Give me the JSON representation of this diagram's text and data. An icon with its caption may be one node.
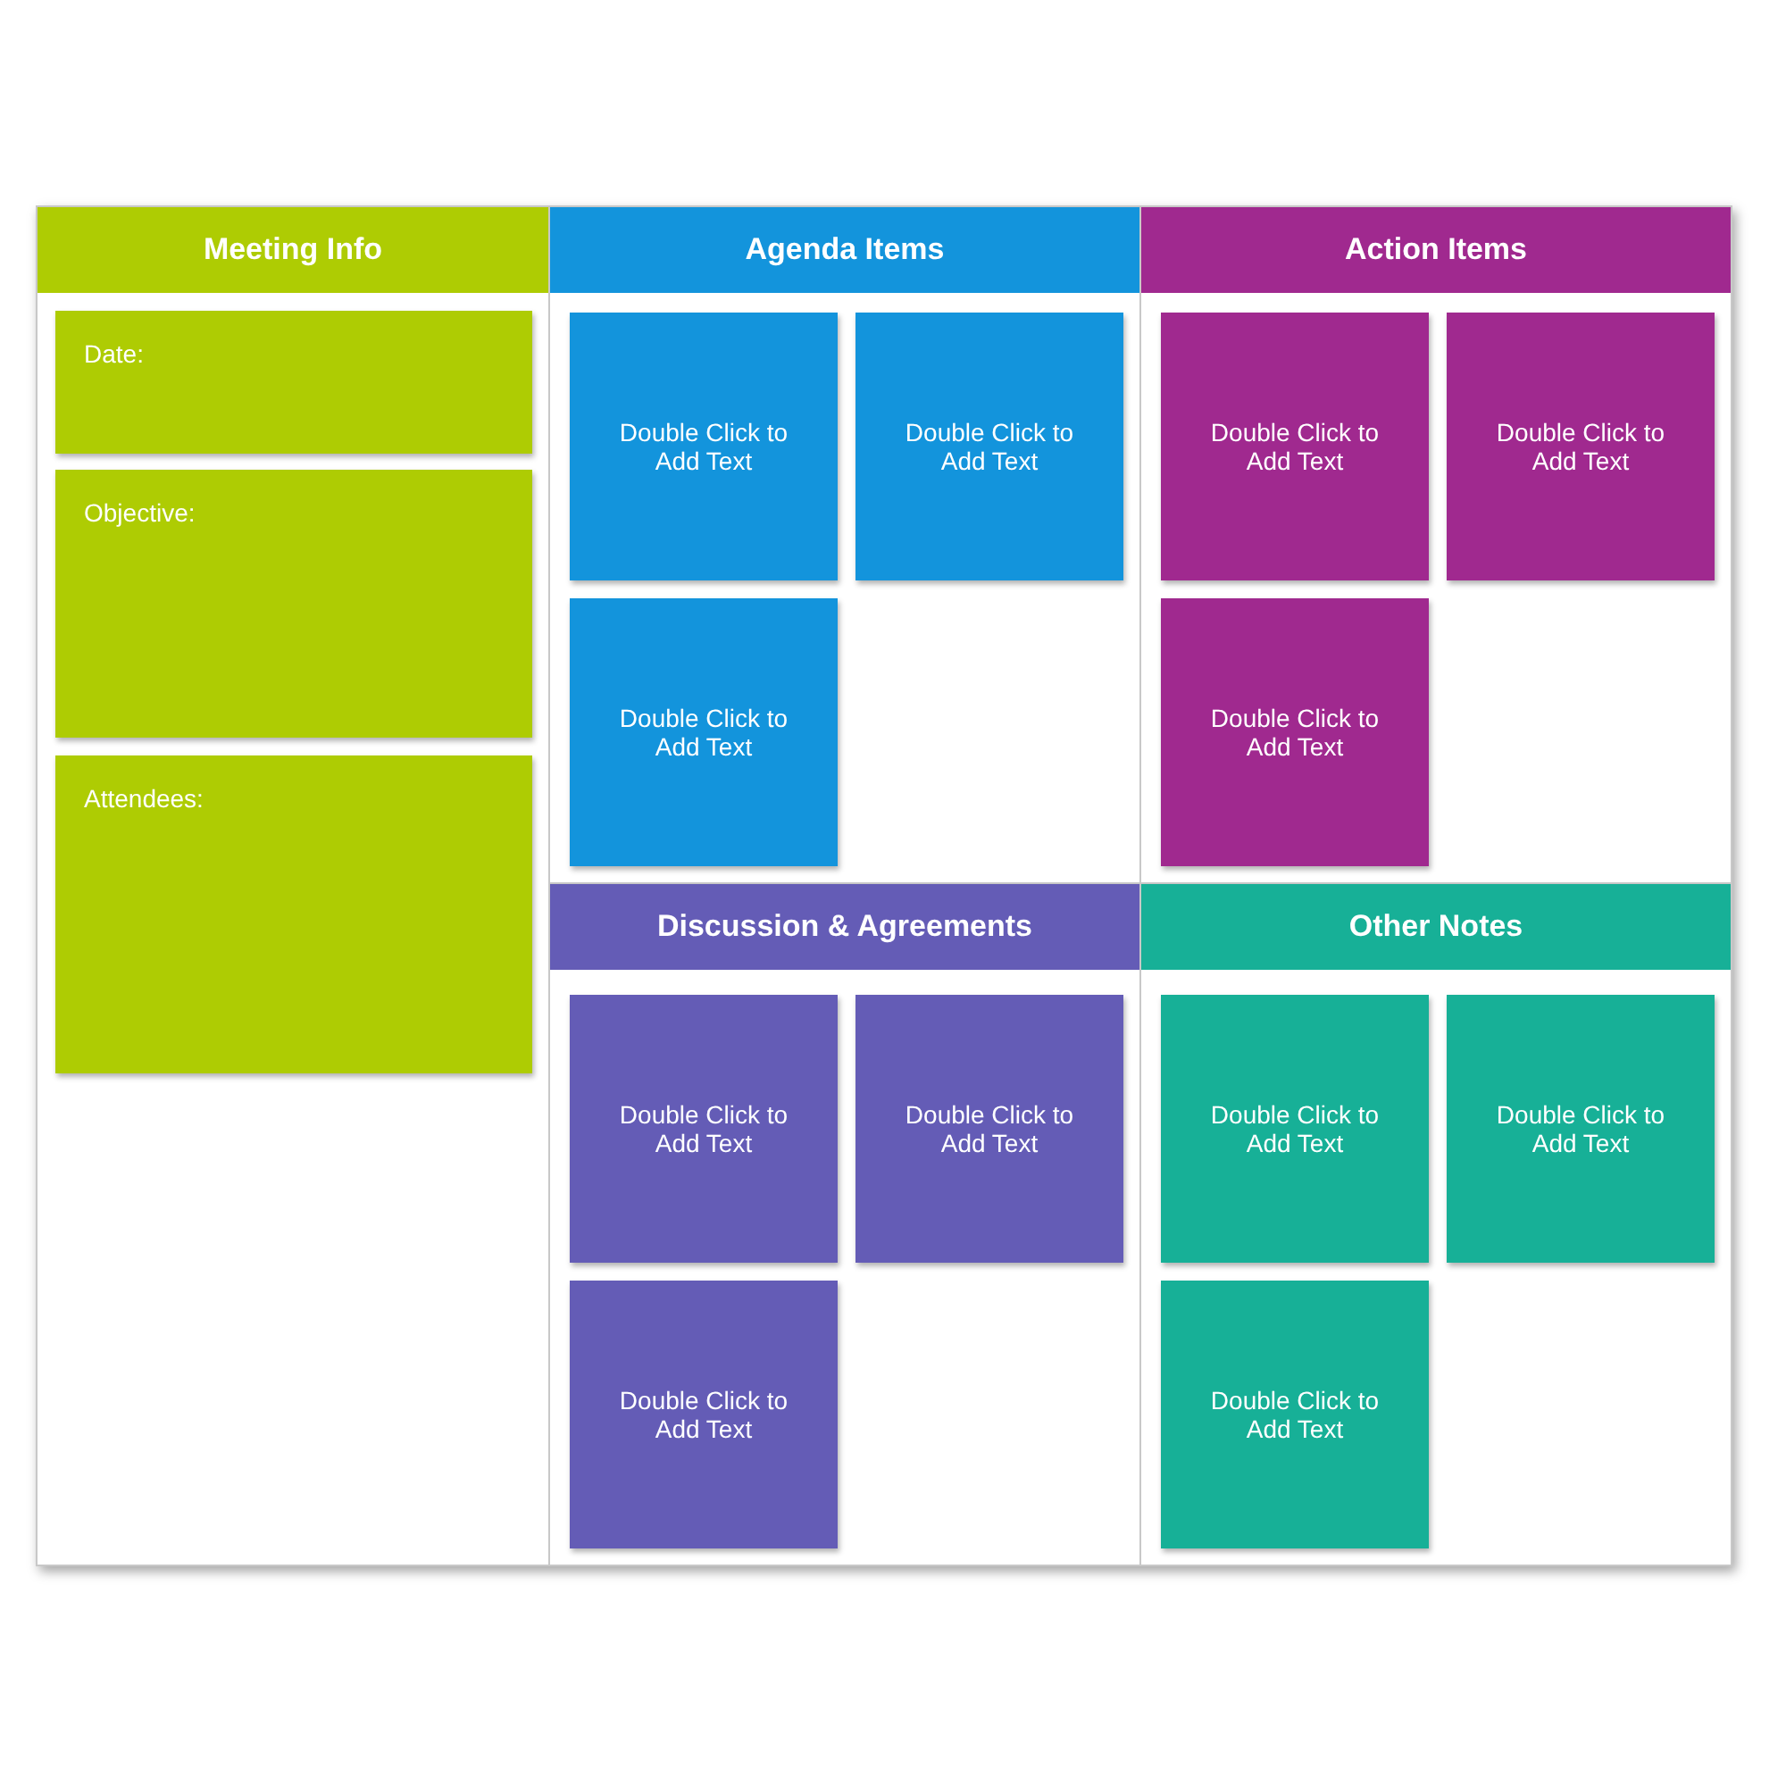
{
  "diagram": {
    "nodes": [
      {
        "text": [
          "Meeting Info"
        ]
      },
      {
        "text": [
          "Date:"
        ],
        "in": 0
      },
      {
        "text": [
          "Objective:"
        ],
        "in": 0
      },
      {
        "text": [
          "Attendees:"
        ],
        "in": 0
      },
      {
        "text": [
          "Agenda Items"
        ]
      },
      {
        "text": [
          "Double Click to Add Text"
        ],
        "in": 4
      },
      {
        "text": [
          "Double Click to Add Text"
        ],
        "in": 4
      },
      {
        "text": [
          "Double Click to Add Text"
        ],
        "in": 4
      },
      {
        "text": [
          "Action Items"
        ]
      },
      {
        "text": [
          "Double Click to Add Text"
        ],
        "in": 8
      },
      {
        "text": [
          "Double Click to Add Text"
        ],
        "in": 8
      },
      {
        "text": [
          "Double Click to Add Text"
        ],
        "in": 8
      },
      {
        "text": [
          "Discussion & Agreements"
        ]
      },
      {
        "text": [
          "Double Click to Add Text"
        ],
        "in": 12
      },
      {
        "text": [
          "Double Click to Add Text"
        ],
        "in": 12
      },
      {
        "text": [
          "Double Click to Add Text"
        ],
        "in": 12
      },
      {
        "text": [
          "Other Notes"
        ]
      },
      {
        "text": [
          "Double Click to Add Text"
        ],
        "in": 16
      },
      {
        "text": [
          "Double Click to Add Text"
        ],
        "in": 16
      },
      {
        "text": [
          "Double Click to Add Text"
        ],
        "in": 16
      }
    ],
    "edges": []
  }
}
